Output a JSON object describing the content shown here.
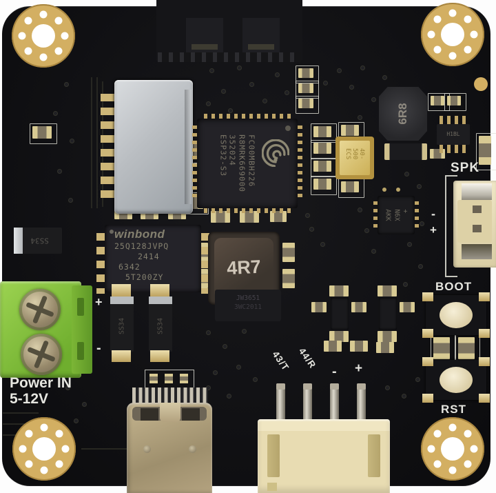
{
  "palette": {
    "board_black": "#111114",
    "silkscreen_white": "#e6e6e0",
    "gold_pad": "#c9ae6b",
    "terminal_green": "#85c43e",
    "connector_cream": "#e9dfb6",
    "shield_silver": "#c3c7cb",
    "usb_metal": "#b4a480"
  },
  "silkscreen": {
    "power_label_line1": "Power IN",
    "power_label_line2": "5-12V",
    "power_plus": "+",
    "power_minus": "-",
    "spk_label": "SPK",
    "spk_minus": "-",
    "spk_plus": "+",
    "boot_label": "BOOT",
    "rst_label": "RST",
    "uart_pin_labels": [
      "43/T",
      "44/R",
      "-",
      "+"
    ]
  },
  "components": {
    "esp32_module": {
      "marking_lines": [
        "ESP32-S3",
        "352024",
        "R8MRK669000",
        "FC00MBH226"
      ]
    },
    "flash": {
      "brand": "winbond",
      "marking_lines": [
        "25Q128JVPQ",
        "2414",
        "6342",
        "5T200ZY"
      ]
    },
    "power_inductor": {
      "marking": "4R7"
    },
    "boost_inductor": {
      "marking": "6R8"
    },
    "regulator_ic": {
      "marking_lines": [
        "JW3651",
        "3WC2011"
      ]
    },
    "audio_amp_ic": {
      "marking_lines": [
        "AKK",
        "N6X",
        "+"
      ]
    },
    "crystal": {
      "marking_lines": [
        "ECS",
        "40-500"
      ]
    },
    "diode_left": {
      "marking": "SS34"
    },
    "diode_a": {
      "marking": "SS34"
    },
    "diode_b": {
      "marking": "SS34"
    },
    "sot23_ic": {
      "marking": "H1BL"
    }
  }
}
